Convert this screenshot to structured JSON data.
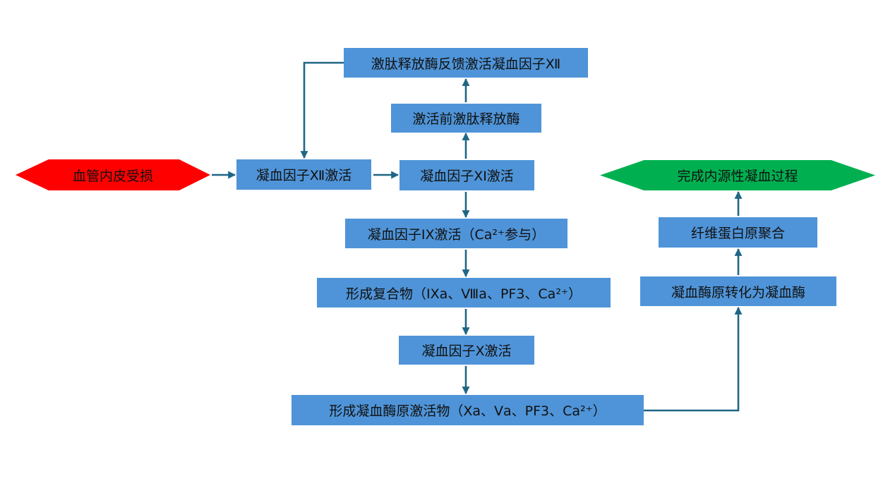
{
  "diagram": {
    "title": "内源性凝血过程",
    "colors": {
      "process_box": "#4f94d8",
      "start_node": "#fe0000",
      "end_node": "#00b050",
      "connector": "#1f6685",
      "text": "#111111"
    },
    "nodes": {
      "start": "血管内皮受损",
      "factor_xii": "凝血因子Ⅻ激活",
      "factor_xi": "凝血因子XI激活",
      "prekallikrein": "激活前激肽释放酶",
      "kallikrein_feedback": "激肽释放酶反馈激活凝血因子Ⅻ",
      "factor_ix": "凝血因子IX激活（Ca²⁺参与）",
      "complex": "形成复合物（IXa、Ⅷa、PF3、Ca²⁺）",
      "factor_x": "凝血因子Ⅹ激活",
      "prothrombin_activator": "形成凝血酶原激活物（Ⅹa、Ⅴa、PF3、Ca²⁺）",
      "thrombin": "凝血酶原转化为凝血酶",
      "fibrin": "纤维蛋白原聚合",
      "end": "完成内源性凝血过程"
    },
    "edges": [
      {
        "from": "start",
        "to": "factor_xii"
      },
      {
        "from": "factor_xii",
        "to": "factor_xi"
      },
      {
        "from": "factor_xi",
        "to": "prekallikrein"
      },
      {
        "from": "prekallikrein",
        "to": "kallikrein_feedback"
      },
      {
        "from": "kallikrein_feedback",
        "to": "factor_xii"
      },
      {
        "from": "factor_xi",
        "to": "factor_ix"
      },
      {
        "from": "factor_ix",
        "to": "complex"
      },
      {
        "from": "complex",
        "to": "factor_x"
      },
      {
        "from": "factor_x",
        "to": "prothrombin_activator"
      },
      {
        "from": "prothrombin_activator",
        "to": "thrombin"
      },
      {
        "from": "thrombin",
        "to": "fibrin"
      },
      {
        "from": "fibrin",
        "to": "end"
      }
    ]
  }
}
